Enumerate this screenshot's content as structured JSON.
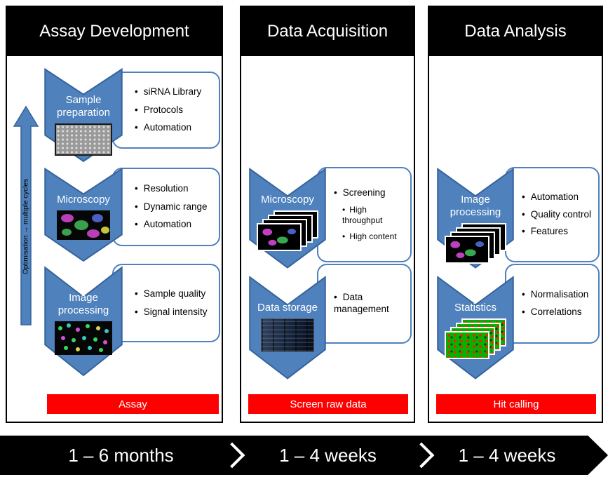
{
  "panels": [
    {
      "title": "Assay Development",
      "side_label": "Optimisation → multiple cycles",
      "stages": [
        {
          "label": "Sample preparation",
          "bullets": [
            "siRNA Library",
            "Protocols",
            "Automation"
          ]
        },
        {
          "label": "Microscopy",
          "bullets": [
            "Resolution",
            "Dynamic range",
            "Automation"
          ]
        },
        {
          "label": "Image processing",
          "bullets": [
            "Sample quality",
            "Signal intensity"
          ]
        }
      ],
      "result": "Assay"
    },
    {
      "title": "Data Acquisition",
      "stages": [
        {
          "label": "Microscopy",
          "bullets": [
            "Screening"
          ],
          "sub_bullets": [
            "High throughput",
            "High content"
          ]
        },
        {
          "label": "Data storage",
          "bullets": [
            "Data management"
          ]
        }
      ],
      "result": "Screen raw data"
    },
    {
      "title": "Data Analysis",
      "stages": [
        {
          "label": "Image processing",
          "bullets": [
            "Automation",
            "Quality control",
            "Features"
          ]
        },
        {
          "label": "Statistics",
          "bullets": [
            "Normalisation",
            "Correlations"
          ]
        }
      ],
      "result": "Hit calling"
    }
  ],
  "timeline": [
    "1 – 6 months",
    "1 – 4 weeks",
    "1 – 4 weeks"
  ],
  "colors": {
    "chevron_blue": "#4F81BD",
    "chevron_border": "#36639C",
    "result_red": "#FF0000",
    "header_black": "#000000"
  }
}
